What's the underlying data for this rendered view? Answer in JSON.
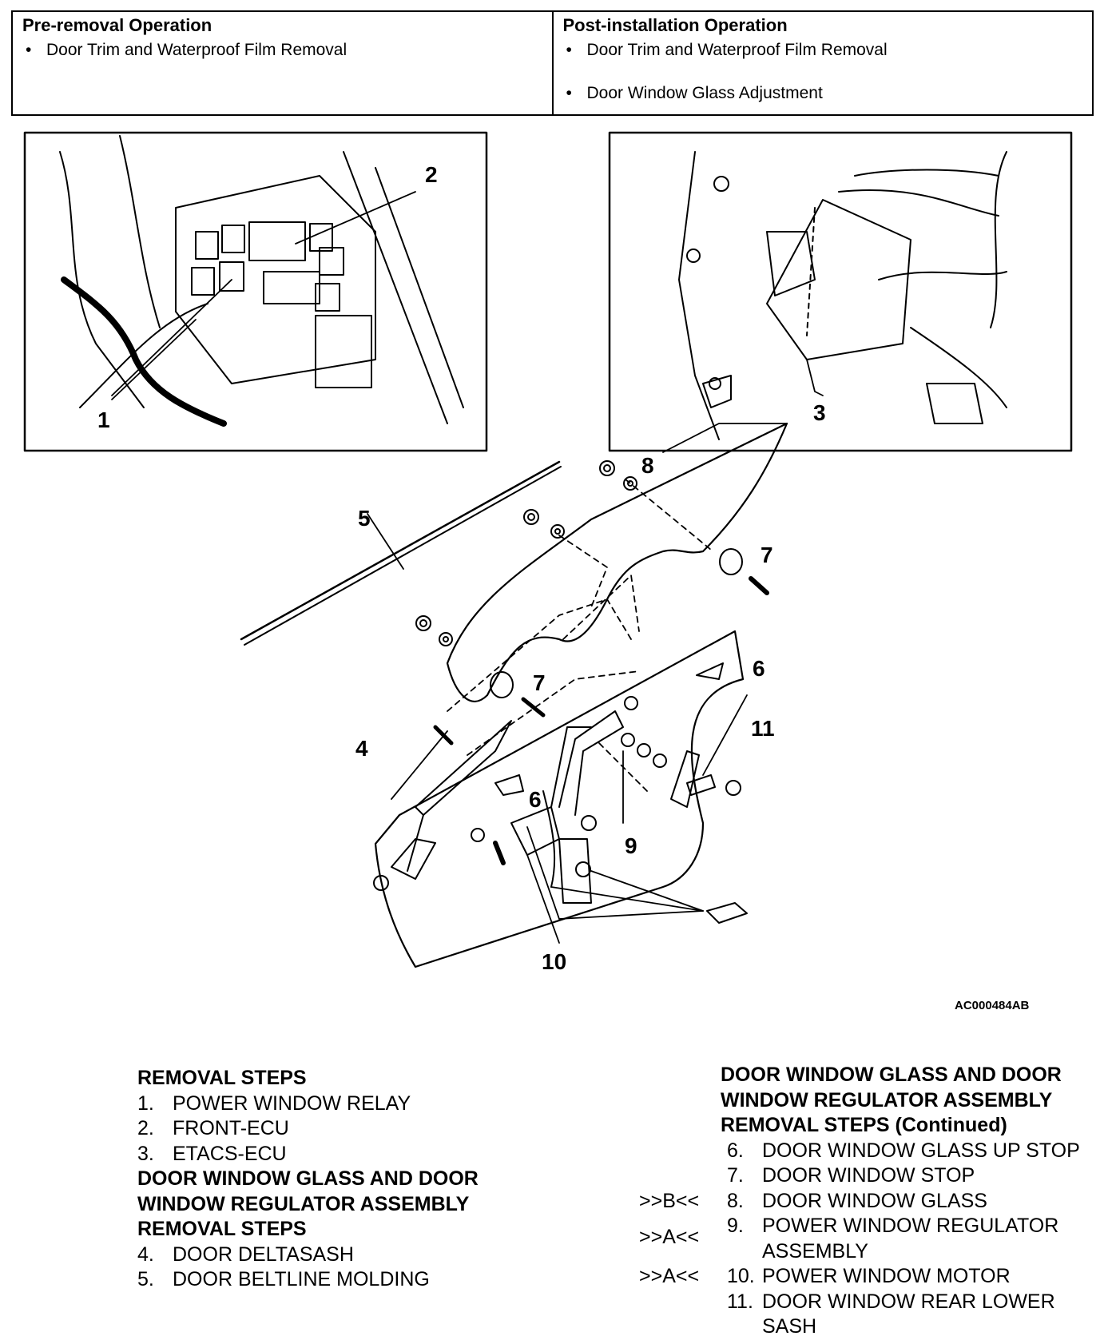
{
  "pre_removal": {
    "heading": "Pre-removal Operation",
    "items": [
      "Door Trim and Waterproof Film Removal"
    ]
  },
  "post_installation": {
    "heading": "Post-installation Operation",
    "items": [
      "Door Trim and Waterproof Film Removal",
      "Door Window Glass Adjustment"
    ]
  },
  "figure": {
    "callouts": [
      "1",
      "2",
      "3",
      "4",
      "5",
      "6",
      "7",
      "8",
      "9",
      "10",
      "11"
    ],
    "identifier": "AC000484AB"
  },
  "left_steps": {
    "heading1": "REMOVAL STEPS",
    "group1": [
      {
        "num": "1.",
        "text": "POWER WINDOW RELAY"
      },
      {
        "num": "2.",
        "text": "FRONT-ECU"
      },
      {
        "num": "3.",
        "text": "ETACS-ECU"
      }
    ],
    "heading2_line1": "DOOR WINDOW GLASS AND DOOR",
    "heading2_line2": "WINDOW REGULATOR ASSEMBLY",
    "heading2_line3": "REMOVAL STEPS",
    "group2": [
      {
        "num": "4.",
        "text": "DOOR DELTASASH"
      },
      {
        "num": "5.",
        "text": "DOOR BELTLINE MOLDING"
      }
    ]
  },
  "right_steps": {
    "heading_line1": "DOOR WINDOW GLASS AND DOOR",
    "heading_line2": "WINDOW REGULATOR ASSEMBLY",
    "heading_line3": "REMOVAL STEPS (Continued)",
    "items": [
      {
        "pre": "",
        "num": "6.",
        "text": "DOOR WINDOW GLASS UP STOP",
        "text2": ""
      },
      {
        "pre": "",
        "num": "7.",
        "text": "DOOR WINDOW STOP",
        "text2": ""
      },
      {
        "pre": ">>B<<",
        "num": "8.",
        "text": "DOOR WINDOW GLASS",
        "text2": ""
      },
      {
        "pre": ">>A<<",
        "num": "9.",
        "text": "POWER WINDOW REGULATOR",
        "text2": "ASSEMBLY"
      },
      {
        "pre": ">>A<<",
        "num": "10.",
        "text": "POWER WINDOW MOTOR",
        "text2": ""
      },
      {
        "pre": "",
        "num": "11.",
        "text": "DOOR WINDOW REAR LOWER",
        "text2": "SASH"
      }
    ]
  }
}
